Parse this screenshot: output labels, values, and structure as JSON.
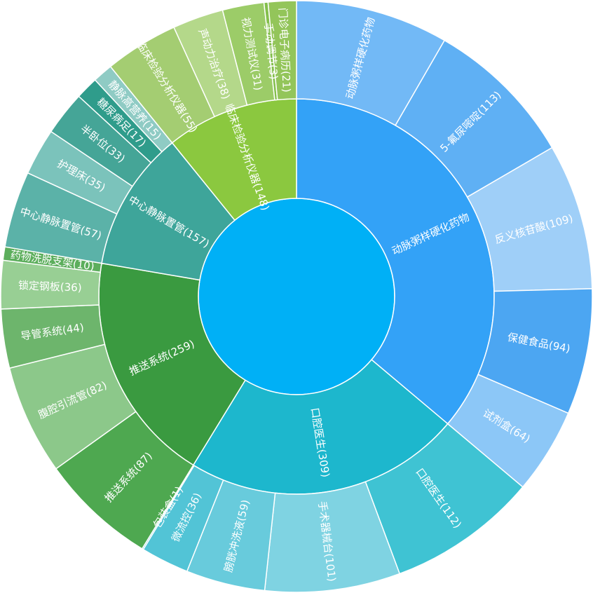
{
  "chart_data": {
    "type": "sunburst",
    "center_color": "#00b0f6",
    "nodes": [
      {
        "name": "动脉粥样硬化药物",
        "label": "动脉粥样硬化药物",
        "value": 494,
        "color": "#33a2f7",
        "children": [
          {
            "name": "动脉粥样硬化药物",
            "label": "动脉粥样硬化药物",
            "value": 114,
            "color": "#72b9f6"
          },
          {
            "name": "5-氟尿嘧啶",
            "label": "5-氟尿嘧啶(113)",
            "value": 113,
            "color": "#5fb0f4"
          },
          {
            "name": "反义核苷酸",
            "label": "反义核苷酸(109)",
            "value": 109,
            "color": "#9fcff8"
          },
          {
            "name": "保健食品",
            "label": "保健食品(94)",
            "value": 94,
            "color": "#4ca6f2"
          },
          {
            "name": "试剂盒",
            "label": "试剂盒(64)",
            "value": 64,
            "color": "#8cc7f7"
          }
        ]
      },
      {
        "name": "口腔医生",
        "label": "口腔医生(309)",
        "value": 309,
        "color": "#1db7cd",
        "children": [
          {
            "name": "口腔医生",
            "label": "口腔医生(112)",
            "value": 112,
            "color": "#3fc3d3"
          },
          {
            "name": "手术器械台",
            "label": "手术器械台(101)",
            "value": 101,
            "color": "#7fd3e2"
          },
          {
            "name": "膀胱冲洗液",
            "label": "膀胱冲洗液(59)",
            "value": 59,
            "color": "#68cbdc"
          },
          {
            "name": "微流控",
            "label": "微流控(36)",
            "value": 36,
            "color": "#52c4d6"
          },
          {
            "name": "包装盒",
            "label": "包装盒(1)",
            "value": 1,
            "color": "#27b4c8"
          }
        ]
      },
      {
        "name": "推送系统",
        "label": "推送系统(259)",
        "value": 259,
        "color": "#3a9a40",
        "children": [
          {
            "name": "推送系统",
            "label": "推送系统(87)",
            "value": 87,
            "color": "#4ea850"
          },
          {
            "name": "腹腔引流管",
            "label": "腹腔引流管(82)",
            "value": 82,
            "color": "#8cc88a"
          },
          {
            "name": "导管系统",
            "label": "导管系统(44)",
            "value": 44,
            "color": "#6db56c"
          },
          {
            "name": "锁定钢板",
            "label": "锁定钢板(36)",
            "value": 36,
            "color": "#98cf94"
          },
          {
            "name": "药物洗脱支架",
            "label": "药物洗脱支架(10)",
            "value": 10,
            "color": "#5cae5c"
          }
        ]
      },
      {
        "name": "中心静脉置管",
        "label": "中心静脉置管(157)",
        "value": 157,
        "color": "#3ea59a",
        "children": [
          {
            "name": "中心静脉置管",
            "label": "中心静脉置管(57)",
            "value": 57,
            "color": "#5bb2a8"
          },
          {
            "name": "护理床",
            "label": "护理床(35)",
            "value": 35,
            "color": "#7bc3bb"
          },
          {
            "name": "半卧位",
            "label": "半卧位(33)",
            "value": 33,
            "color": "#45a597"
          },
          {
            "name": "糖尿病足",
            "label": "糖尿病足(17)",
            "value": 17,
            "color": "#2f9c8b"
          },
          {
            "name": "静脉高营养",
            "label": "静脉高营养(15)",
            "value": 15,
            "color": "#8fcbc4"
          }
        ]
      },
      {
        "name": "临床检验分析仪器",
        "label": "临床检验分析仪器(148)",
        "value": 148,
        "color": "#8bc83f",
        "children": [
          {
            "name": "临床检验分析仪器",
            "label": "临床检验分析仪器(55)",
            "value": 55,
            "color": "#a4cd72"
          },
          {
            "name": "声动力治疗",
            "label": "声动力治疗(38)",
            "value": 38,
            "color": "#b4d88a"
          },
          {
            "name": "视力测试仪",
            "label": "视力测试仪(31)",
            "value": 31,
            "color": "#9ccc68"
          },
          {
            "name": "手动调节",
            "label": "手动调节(3)",
            "value": 3,
            "color": "#84bf4c"
          },
          {
            "name": "门诊电子病历",
            "label": "门诊电子病历(21)",
            "value": 21,
            "color": "#93c55a"
          }
        ]
      }
    ]
  }
}
